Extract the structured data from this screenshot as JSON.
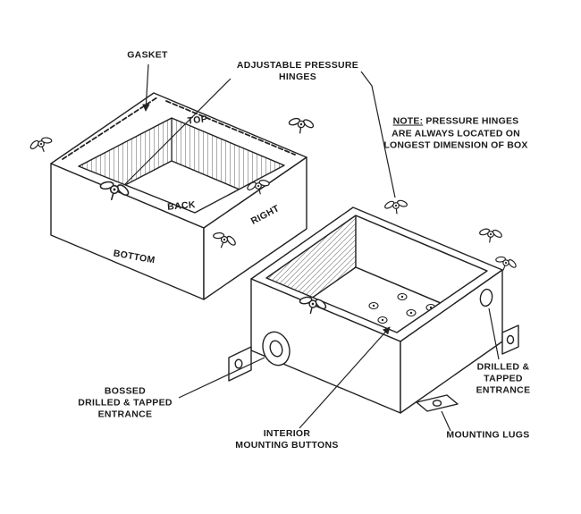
{
  "figure": {
    "description": "Technical line drawing of two cast junction boxes with adjustable pressure hinges",
    "background": "#ffffff",
    "line_color": "#222222",
    "text_color": "#1a1a1a"
  },
  "labels": {
    "gasket": "GASKET",
    "pressure_hinges": "ADJUSTABLE PRESSURE\nHINGES",
    "top": "TOP",
    "back": "BACK",
    "right": "RIGHT",
    "bottom": "BOTTOM",
    "bossed_entrance": "BOSSED\nDRILLED & TAPPED\nENTRANCE",
    "interior_mounting_buttons": "INTERIOR\nMOUNTING BUTTONS",
    "drilled_tapped_entrance": "DRILLED &\nTAPPED\nENTRANCE",
    "mounting_lugs": "MOUNTING LUGS"
  },
  "note": {
    "prefix": "NOTE:",
    "line1": " PRESSURE HINGES",
    "line2": "ARE ALWAYS LOCATED ON",
    "line3": "LONGEST DIMENSION OF BOX"
  }
}
